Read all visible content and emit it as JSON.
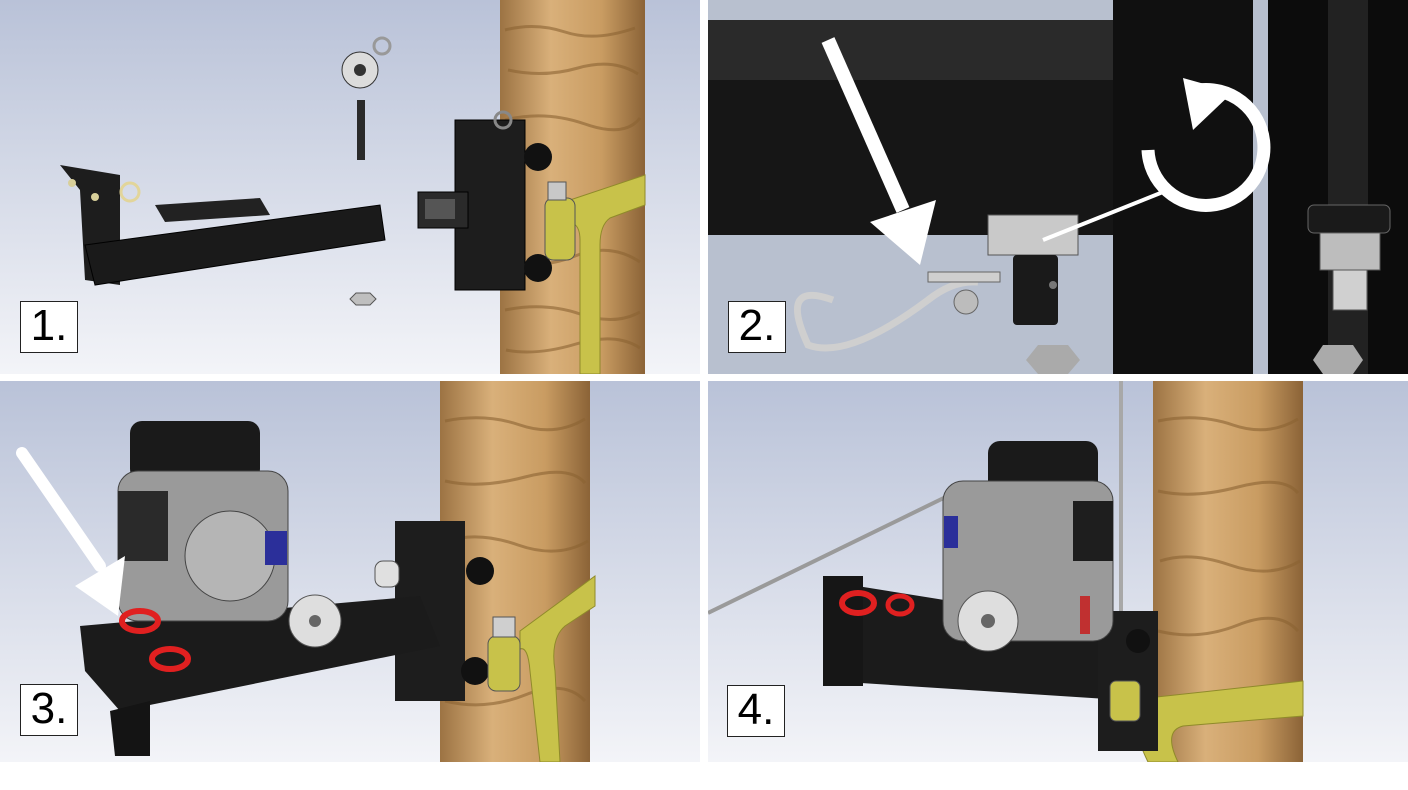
{
  "panels": [
    {
      "step": "1.",
      "description_icon": "tree-mount-exploded-view"
    },
    {
      "step": "2.",
      "description_icon": "pin-insert-rotate-detail"
    },
    {
      "step": "3.",
      "description_icon": "winch-on-mount"
    },
    {
      "step": "4.",
      "description_icon": "winch-with-rope-installed"
    }
  ],
  "colors": {
    "background_top": "#b9c2d8",
    "background_bottom": "#f3f4f8",
    "bark": "#c79a63",
    "strap": "#c8c24a",
    "steel_black": "#1b1b1b",
    "arrow": "#ffffff",
    "shackle": "#e02020",
    "tag_blue": "#2b2f9a"
  }
}
